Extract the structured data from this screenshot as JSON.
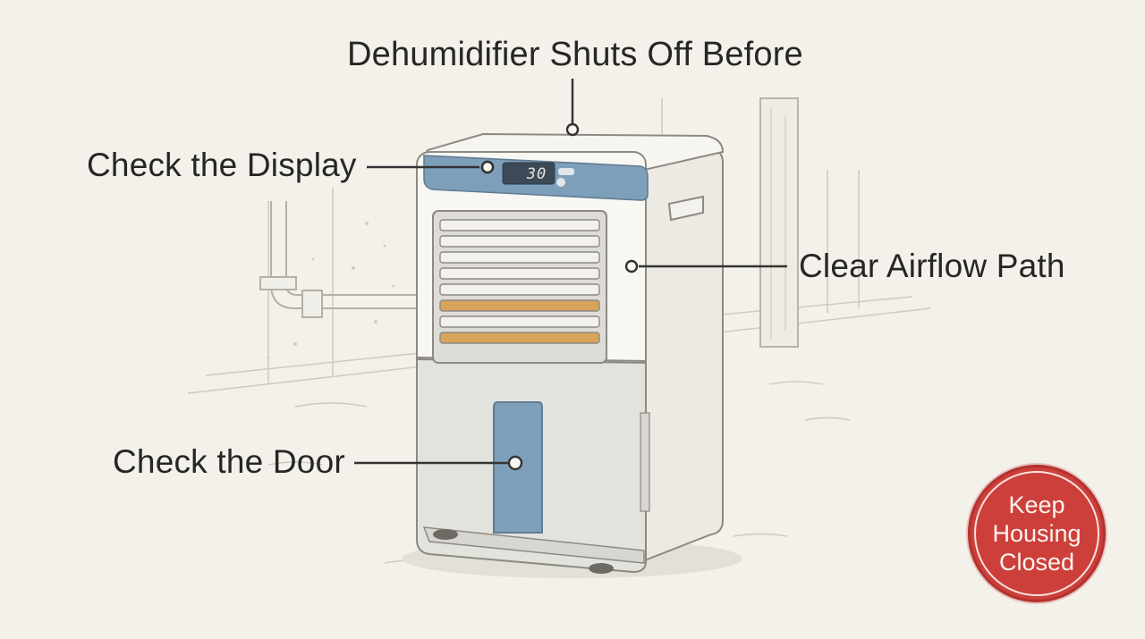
{
  "title": "Dehumidifier Shuts Off Before",
  "callouts": {
    "display": "Check the Display",
    "airflow": "Clear Airflow Path",
    "door": "Check the Door"
  },
  "display_readout": "30",
  "stamp": {
    "text": "Keep\nHousing\nClosed",
    "color": "#cd3f3a"
  },
  "colors": {
    "background": "#f3f1ea",
    "unit_body": "#f7f6f1",
    "panel_blue": "#7e9fba",
    "filter_accent": "#d9a35c",
    "ink": "#262626"
  }
}
